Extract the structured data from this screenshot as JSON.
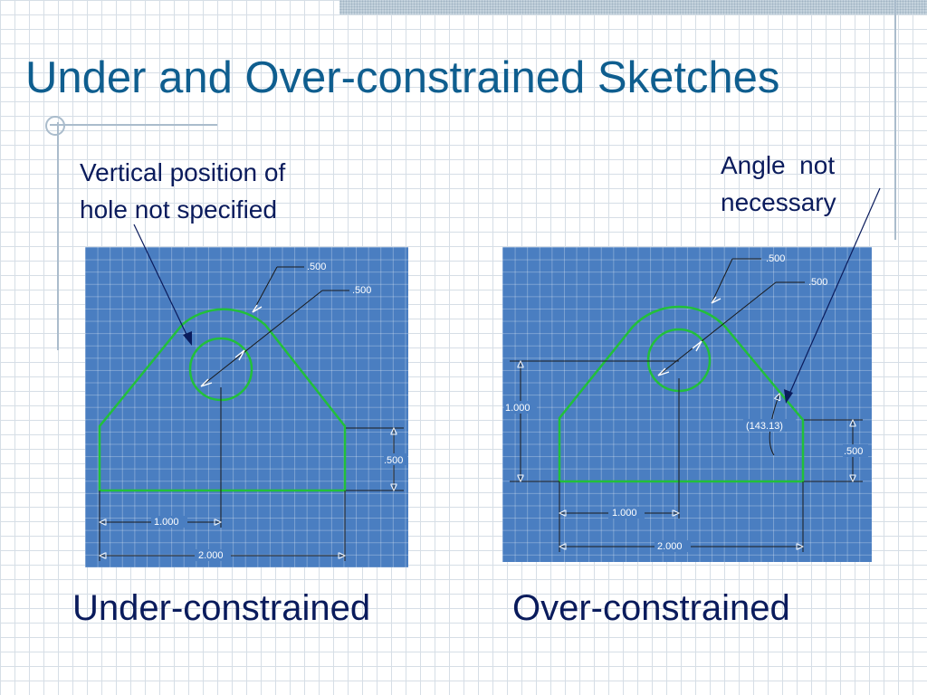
{
  "title": "Under and Over-constrained Sketches",
  "notes": {
    "left": [
      "Vertical position of",
      "hole not specified"
    ],
    "right": [
      "Angle  not",
      "necessary"
    ]
  },
  "captions": {
    "left": "Under-constrained",
    "right": "Over-constrained"
  },
  "left_sketch": {
    "dims": {
      "radius_outer": ".500",
      "radius_hole": ".500",
      "side_height": ".500",
      "hole_x": "1.000",
      "width": "2.000"
    }
  },
  "right_sketch": {
    "dims": {
      "radius_outer": ".500",
      "radius_hole": ".500",
      "height": "1.000",
      "angle": "(143.13)",
      "side_height": ".500",
      "hole_x": "1.000",
      "width": "2.000"
    }
  },
  "colors": {
    "title": "#0f5e8f",
    "text": "#0a1b5c",
    "panel": "#4a7ec1",
    "profile": "#22c03a"
  }
}
